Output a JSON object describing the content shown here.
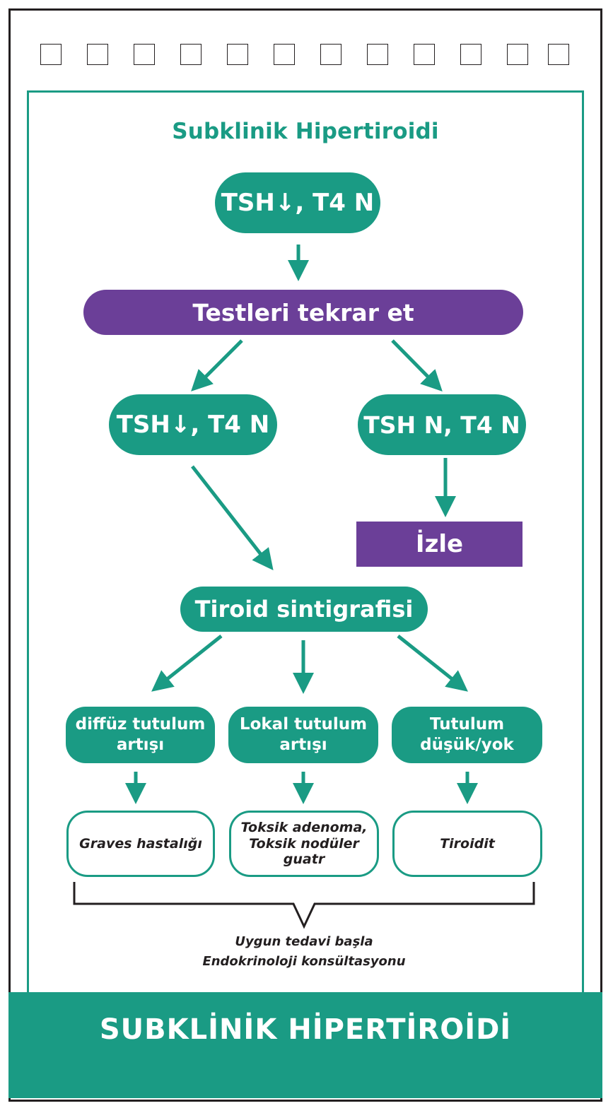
{
  "checkboxes": 12,
  "title": "Subklinik Hipertiroidi",
  "nodes": {
    "start": "TSH↓, T4 N",
    "repeat": "Testleri tekrar et",
    "left": "TSH↓, T4 N",
    "right": "TSH N, T4 N",
    "follow": "İzle",
    "scan": "Tiroid sintigrafisi",
    "diffuse_1": "diffüz tutulum",
    "diffuse_2": "artışı",
    "local_1": "Lokal tutulum",
    "local_2": "artışı",
    "low_1": "Tutulum",
    "low_2": "düşük/yok",
    "graves": "Graves hastalığı",
    "toxic_1": "Toksik adenoma,",
    "toxic_2": "Toksik nodüler",
    "toxic_3": "guatr",
    "thyroiditis": "Tiroidit"
  },
  "caption": {
    "line1": "Uygun tedavi başla",
    "line2": "Endokrinoloji konsültasyonu"
  },
  "footer_title": "SUBKLİNİK HİPERTİROİDİ",
  "colors": {
    "teal": "#1a9b84",
    "purple": "#6b3f98",
    "border": "#231f20"
  }
}
